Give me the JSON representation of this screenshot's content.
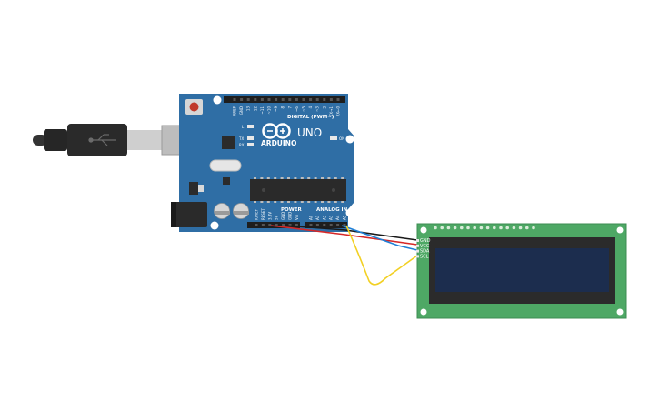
{
  "board": {
    "brand": "ARDUINO",
    "model": "UNO",
    "header_digital": "DIGITAL (PWM~)",
    "header_power": "POWER",
    "header_analog": "ANALOG IN",
    "led_on": "ON",
    "led_l": "L",
    "led_tx": "TX",
    "led_rx": "RX",
    "top_pins": [
      "AREF",
      "GND",
      "13",
      "12",
      "~11",
      "~10",
      "~9",
      "8",
      "7",
      "~6",
      "~5",
      "4",
      "~3",
      "2",
      "TX→1",
      "RX←0"
    ],
    "power_pins": [
      "IOREF",
      "RESET",
      "3.3V",
      "5V",
      "GND",
      "GND",
      "Vin"
    ],
    "analog_pins": [
      "A0",
      "A1",
      "A2",
      "A3",
      "A4",
      "A5"
    ]
  },
  "lcd": {
    "pins": [
      "GND",
      "VCC",
      "SDA",
      "SCL"
    ]
  },
  "wires": {
    "gnd_color": "#1a1a1a",
    "vcc_color": "#d62828",
    "sda_color": "#1f7fd6",
    "scl_color": "#f2d024"
  },
  "colors": {
    "board": "#2f6ea5",
    "lcd_pcb": "#4ea865",
    "lcd_screen": "#1c2d4e"
  }
}
